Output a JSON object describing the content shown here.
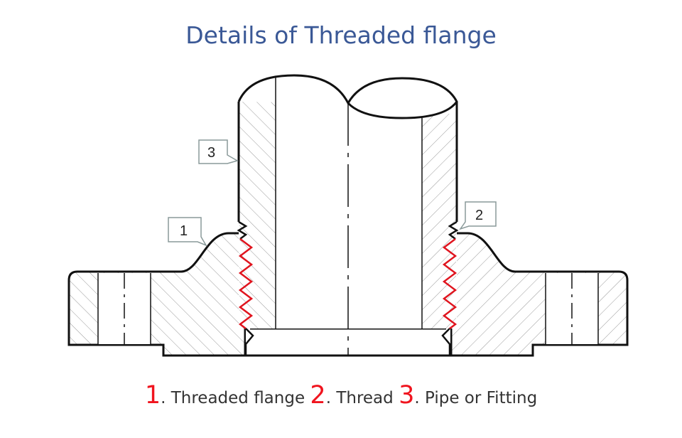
{
  "title": "Details of Threaded flange",
  "callouts": [
    "1",
    "2",
    "3"
  ],
  "legend": [
    {
      "number": "1",
      "label": ". Threaded flange "
    },
    {
      "number": "2",
      "label": ". Thread "
    },
    {
      "number": "3",
      "label": ". Pipe or Fitting"
    }
  ],
  "colors": {
    "title": "#3a5896",
    "number": "#f0141e",
    "thread": "#e0141e"
  }
}
